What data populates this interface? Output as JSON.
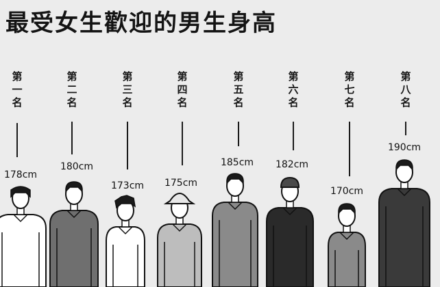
{
  "title": "最受女生歡迎的男生身高",
  "figures": [
    {
      "rank": [
        "第",
        "一",
        "名"
      ],
      "height": "178cm",
      "shirt": "#ffffff"
    },
    {
      "rank": [
        "第",
        "二",
        "名"
      ],
      "height": "180cm",
      "shirt": "#6f6f6f"
    },
    {
      "rank": [
        "第",
        "三",
        "名"
      ],
      "height": "173cm",
      "shirt": "#ffffff"
    },
    {
      "rank": [
        "第",
        "四",
        "名"
      ],
      "height": "175cm",
      "shirt": "#bdbdbd"
    },
    {
      "rank": [
        "第",
        "五",
        "名"
      ],
      "height": "185cm",
      "shirt": "#8a8a8a"
    },
    {
      "rank": [
        "第",
        "六",
        "名"
      ],
      "height": "182cm",
      "shirt": "#2a2a2a"
    },
    {
      "rank": [
        "第",
        "七",
        "名"
      ],
      "height": "170cm",
      "shirt": "#8a8a8a"
    },
    {
      "rank": [
        "第",
        "八",
        "名"
      ],
      "height": "190cm",
      "shirt": "#3a3a3a"
    }
  ]
}
